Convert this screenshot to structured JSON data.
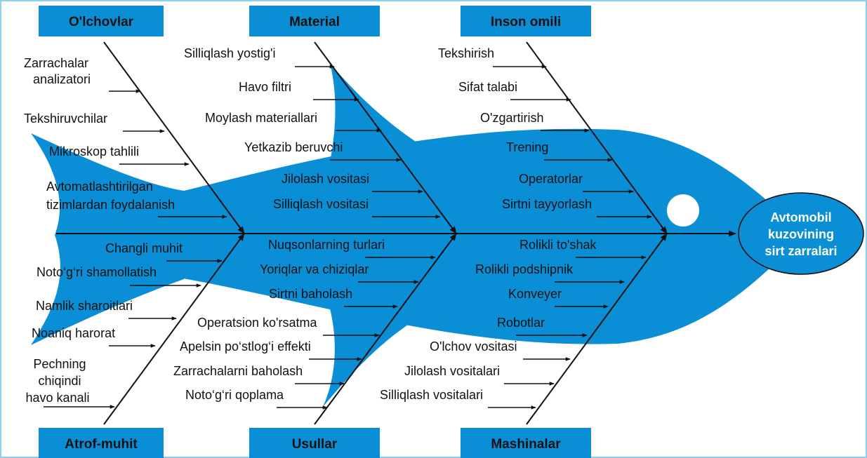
{
  "colors": {
    "fish": "#0a8fd6",
    "box": "#0a8fd6",
    "line": "#111111",
    "border": "#8fd0f0"
  },
  "effect": {
    "line1": "Avtomobil",
    "line2": "kuzovining",
    "line3": "sirt zarralari"
  },
  "categories": {
    "olchovlar": "O'lchovlar",
    "material": "Material",
    "inson_omili": "Inson omili",
    "atrof_muhit": "Atrof-muhit",
    "usullar": "Usullar",
    "mashinalar": "Mashinalar"
  },
  "causes": {
    "olchovlar": [
      "Zarrachalar",
      "analizatori",
      "Tekshiruvchilar",
      "Mikroskop tahlili",
      "Avtomatlashtirilgan",
      "tizimlardan foydalanish"
    ],
    "material": [
      "Silliqlash yostig'i",
      "Havo filtri",
      "Moylash materiallari",
      "Yetkazib beruvchi",
      "Jilolash vositasi",
      "Silliqlash vositasi"
    ],
    "inson_omili": [
      "Tekshirish",
      "Sifat talabi",
      "O'zgartirish",
      "Trening",
      "Operatorlar",
      "Sirtni tayyorlash"
    ],
    "atrof_muhit": [
      "Changli muhit",
      "Noto‘g‘ri shamollatish",
      "Namlik sharoitlari",
      "Noaniq harorat",
      "Pechning",
      "chiqindi",
      "havo kanali"
    ],
    "usullar": [
      "Nuqsonlarning turlari",
      "Yoriqlar va chiziqlar",
      "Sirtni baholash",
      "Operatsion ko'rsatma",
      "Apelsin po‘stlog‘i effekti",
      "Zarrachalarni baholash",
      "Noto‘g‘ri qoplama"
    ],
    "mashinalar": [
      "Rolikli to'shak",
      "Rolikli podshipnik",
      "Konveyer",
      "Robotlar",
      "O'lchov vositasi",
      "Jilolash vositalari",
      "Silliqlash vositalari"
    ]
  }
}
